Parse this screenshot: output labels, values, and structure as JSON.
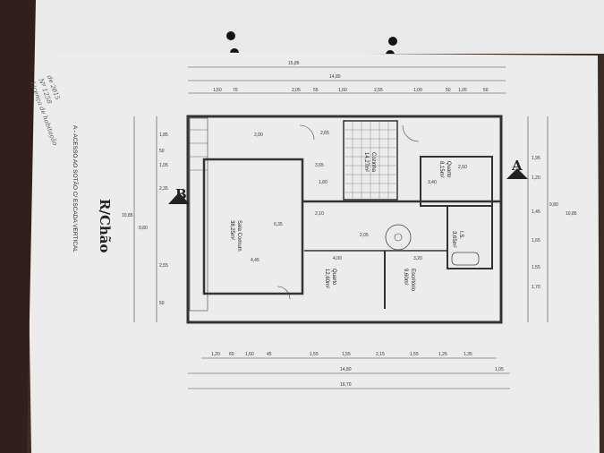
{
  "drawing": {
    "title": "R/Chão",
    "note": "A - ACESSO AO SOTÃO C/ ESCADA VERTICAL",
    "handwriting": [
      "Licença de habitação",
      "Nº 1258",
      "de 2015"
    ],
    "section_markers": [
      "B",
      "A"
    ],
    "rooms": [
      {
        "id": "sala",
        "name": "Sala Comum",
        "area": "38,25m²"
      },
      {
        "id": "cozinha",
        "name": "Cozinha",
        "area": "14,27m²"
      },
      {
        "id": "quarto1",
        "name": "Quarto",
        "area": "8,15m²"
      },
      {
        "id": "quarto2",
        "name": "Quarto",
        "area": "12,60m²"
      },
      {
        "id": "escritorio",
        "name": "Escritório",
        "area": "9,60m²"
      },
      {
        "id": "wc",
        "name": "I.S.",
        "area": "3,65m²"
      }
    ],
    "dims_top": [
      "15,85",
      "14,80",
      "1,50",
      "70",
      "2,05",
      "55",
      "1,60",
      "2,55",
      "1,00",
      "50",
      "1,05",
      "50"
    ],
    "dims_bottom": [
      "1,20",
      "60",
      "1,60",
      "45",
      "1,55",
      "1,55",
      "2,15",
      "1,55",
      "1,25",
      "1,35",
      "14,80",
      "1,05",
      "16,70"
    ],
    "dims_left": [
      "1,85",
      "50",
      "1,05",
      "2,35",
      "10,85",
      "9,80",
      "2,55",
      "50"
    ],
    "dims_right": [
      "1,95",
      "1,20",
      "1,45",
      "1,65",
      "9,80",
      "10,85",
      "1,55",
      "1,70"
    ],
    "dims_interior": [
      "2,00",
      "2,65",
      "3,65",
      "1,80",
      "2,10",
      "2,05",
      "6,35",
      "4,45",
      "4,00",
      "3,20",
      "3,40",
      "2,60"
    ]
  }
}
